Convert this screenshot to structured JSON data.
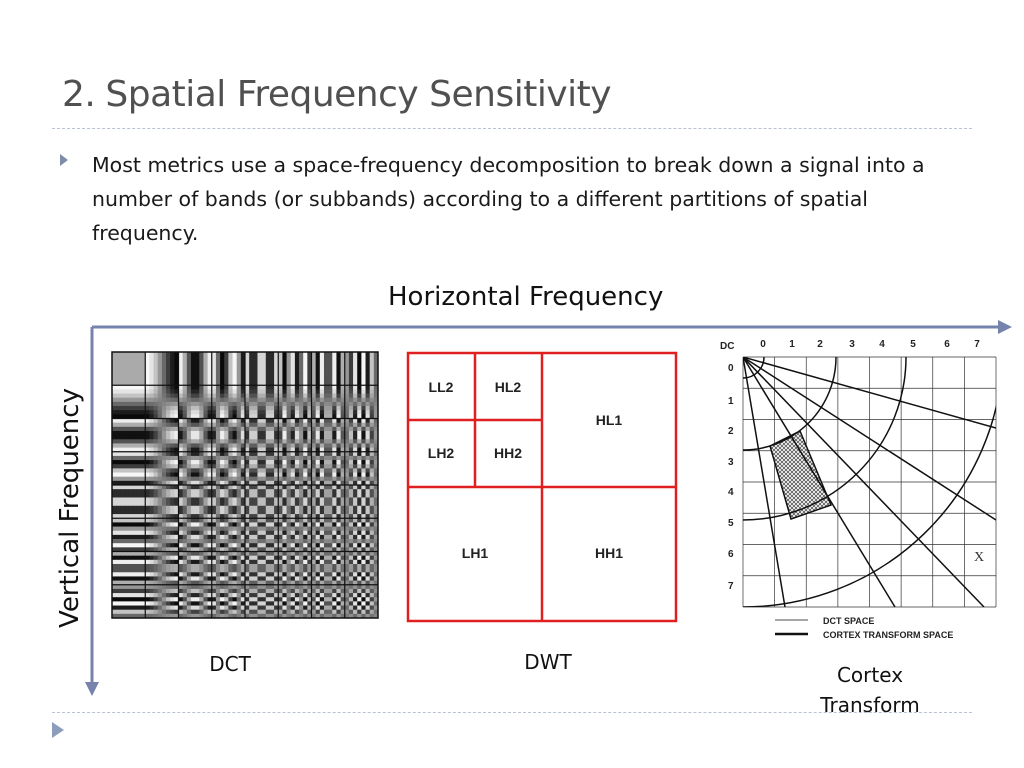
{
  "slide": {
    "title_number": "2.",
    "title_text": "Spatial Frequency Sensitivity",
    "bullet": "Most metrics use a space-frequency decomposition to break down a signal into a number of bands (or subbands) according to a different partitions of spatial frequency."
  },
  "figure": {
    "horizontal_axis_label": "Horizontal Frequency",
    "vertical_axis_label": "Vertical Frequency",
    "axis_color": "#7683ad",
    "dct_caption": "DCT",
    "dwt_caption": "DWT",
    "cortex_caption_line1": "Cortex",
    "cortex_caption_line2": "Transform",
    "dwt": {
      "border_color": "#e02020",
      "subbands": [
        "LL2",
        "HL2",
        "LH2",
        "HH2",
        "HL1",
        "LH1",
        "HH1"
      ]
    },
    "cortex": {
      "dc_label": "DC",
      "col_labels": [
        "0",
        "1",
        "2",
        "3",
        "4",
        "5",
        "6",
        "7"
      ],
      "row_labels": [
        "0",
        "1",
        "2",
        "3",
        "4",
        "5",
        "6",
        "7"
      ],
      "x_mark": "X",
      "legend_dct": "DCT  SPACE",
      "legend_cortex": "CORTEX  TRANSFORM  SPACE"
    }
  }
}
